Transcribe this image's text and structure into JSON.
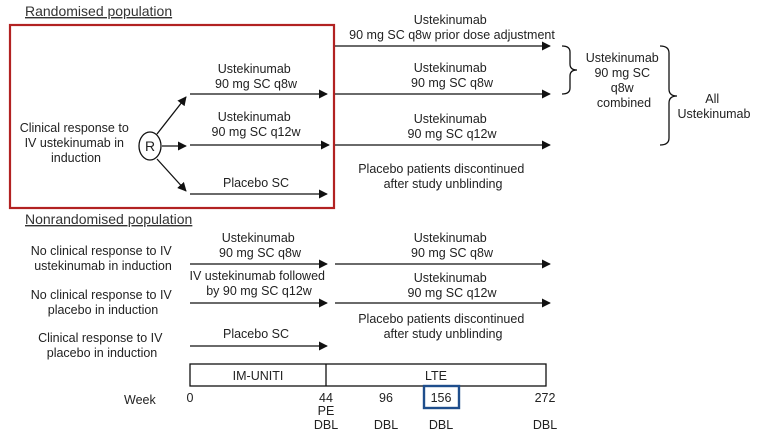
{
  "headings": {
    "randomised": "Randomised population",
    "nonrandomised": "Nonrandomised population"
  },
  "randomised": {
    "entry": [
      "Clinical response to",
      "IV ustekinumab in",
      "induction"
    ],
    "randomisation_label": "R",
    "arm_q8w": [
      "Ustekinumab",
      "90 mg SC q8w"
    ],
    "arm_q12w": [
      "Ustekinumab",
      "90 mg SC q12w"
    ],
    "arm_placebo": "Placebo SC",
    "lte_adjust": [
      "Ustekinumab",
      "90 mg SC q8w prior dose adjustment"
    ],
    "lte_q8w": [
      "Ustekinumab",
      "90 mg SC q8w"
    ],
    "lte_q12w": [
      "Ustekinumab",
      "90 mg SC q12w"
    ],
    "lte_placebo_note": [
      "Placebo patients discontinued",
      "after study unblinding"
    ]
  },
  "groups": {
    "q8w_combined": [
      "Ustekinumab",
      "90 mg SC",
      "q8w",
      "combined"
    ],
    "all_ustekinumab": [
      "All",
      "Ustekinumab"
    ]
  },
  "nonrandomised": {
    "row1_entry": [
      "No clinical response to IV",
      "ustekinumab in induction"
    ],
    "row1_arm": [
      "Ustekinumab",
      "90 mg SC q8w"
    ],
    "row1_lte": [
      "Ustekinumab",
      "90 mg SC q8w"
    ],
    "row2_entry": [
      "No clinical response to IV",
      "placebo in induction"
    ],
    "row2_arm": [
      "IV ustekinumab followed",
      "by 90 mg SC q12w"
    ],
    "row2_lte": [
      "Ustekinumab",
      "90 mg SC q12w"
    ],
    "row2_note": [
      "Placebo patients discontinued",
      "after study unblinding"
    ],
    "row3_entry": [
      "Clinical response to IV",
      "placebo in induction"
    ],
    "row3_arm": "Placebo SC"
  },
  "timeline": {
    "phase1": "IM-UNITI",
    "phase2": "LTE",
    "week_label": "Week",
    "weeks": [
      "0",
      "44",
      "96",
      "156",
      "272"
    ],
    "pe_label": "PE",
    "dbl_label": "DBL",
    "highlight_week": "156"
  },
  "colors": {
    "randomised_box": "#b22222",
    "highlight_box": "#1f4e8c",
    "line": "#111111"
  }
}
